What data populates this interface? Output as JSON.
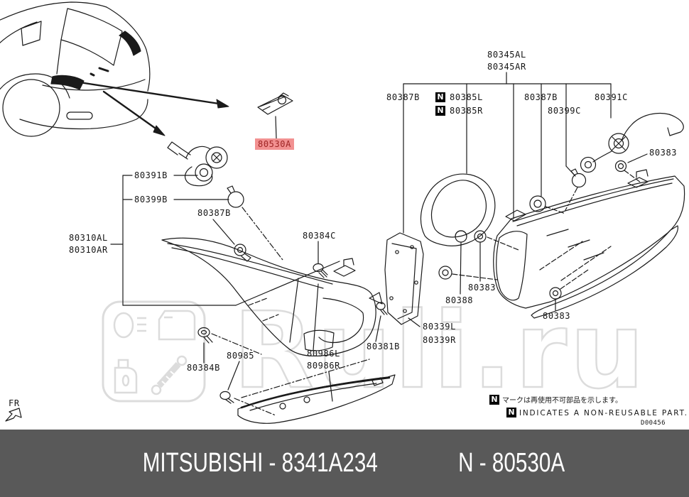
{
  "title": "Mitsubishi rear combination lamp parts diagram",
  "highlighted_part": "80530A",
  "colors": {
    "highlight_bg": "#f29191",
    "highlight_text": "#9e2424",
    "footer_bg": "#595959",
    "footer_text": "#ffffff",
    "line_art": "#1a1a1a",
    "watermark": "#dcdcdc"
  },
  "labels": [
    {
      "text": "80345AL"
    },
    {
      "text": "80345AR"
    },
    {
      "text": "80387B"
    },
    {
      "text": "80385L"
    },
    {
      "text": "80385R"
    },
    {
      "text": "80387B"
    },
    {
      "text": "80399C"
    },
    {
      "text": "80391C"
    },
    {
      "text": "80383"
    },
    {
      "text": "80530A"
    },
    {
      "text": "80391B"
    },
    {
      "text": "80399B"
    },
    {
      "text": "80387B"
    },
    {
      "text": "80310AL"
    },
    {
      "text": "80310AR"
    },
    {
      "text": "80384C"
    },
    {
      "text": "80383"
    },
    {
      "text": "80388"
    },
    {
      "text": "80383"
    },
    {
      "text": "80339L"
    },
    {
      "text": "80339R"
    },
    {
      "text": "80381B"
    },
    {
      "text": "80986L"
    },
    {
      "text": "80986R"
    },
    {
      "text": "80985"
    },
    {
      "text": "80384B"
    }
  ],
  "fr_label": "FR",
  "legend": {
    "n_mark": "N",
    "line_jp": "マークは再使用不可部品を示します。",
    "line_en": "INDICATES A NON-REUSABLE PART.",
    "doc_code": "D00456"
  },
  "watermark": {
    "text": "Ruli.ru"
  },
  "footer": {
    "brand_part": "MITSUBISHI - 8341A234",
    "ref": "N - 80530A"
  }
}
